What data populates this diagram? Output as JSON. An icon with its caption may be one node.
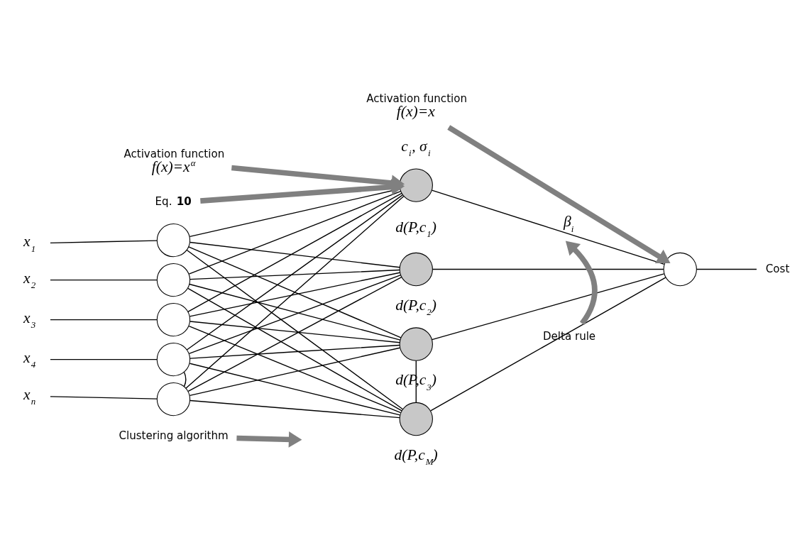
{
  "diagram": {
    "nodes": [
      {
        "text": [
          "x$_{1}$"
        ]
      },
      {
        "text": [
          "x$_{2}$"
        ]
      },
      {
        "text": [
          "x$_{3}$"
        ]
      },
      {
        "text": [
          "x$_{4}$"
        ]
      },
      {
        "text": [
          "x$_{n}$"
        ]
      },
      {
        "text": [],
        "shape": "circle"
      },
      {
        "text": [],
        "shape": "circle"
      },
      {
        "text": [],
        "shape": "circle"
      },
      {
        "text": [],
        "shape": "circle"
      },
      {
        "text": [],
        "shape": "circle"
      },
      {
        "text": [],
        "shape": "circle",
        "beside": [
          "c$_{i}$, σ$_{i}$",
          "d(P,c$_{1}$)"
        ]
      },
      {
        "text": [],
        "shape": "circle",
        "beside": [
          "d(P,c$_{2}$)"
        ]
      },
      {
        "text": [],
        "shape": "circle",
        "beside": [
          "d(P,c$_{3}$)"
        ]
      },
      {
        "text": [],
        "shape": "circle",
        "beside": [
          "d(P,c$_{M}$)"
        ]
      },
      {
        "text": [],
        "shape": "circle"
      },
      {
        "text": [
          "Cost"
        ]
      },
      {
        "text": [
          "Activation function",
          "f(x)=x$^{α}$"
        ]
      },
      {
        "text": [
          "Eq. **10**"
        ]
      },
      {
        "text": [
          "Activation function",
          "f(x)=x"
        ]
      },
      {
        "text": [
          "Delta rule"
        ]
      },
      {
        "text": [
          "Clustering algorithm"
        ]
      }
    ],
    "edges": [
      {
        "from": 0,
        "to": 5,
        "arrow": "none"
      },
      {
        "from": 1,
        "to": 6,
        "arrow": "none"
      },
      {
        "from": 2,
        "to": 7,
        "arrow": "none"
      },
      {
        "from": 3,
        "to": 8,
        "arrow": "none"
      },
      {
        "from": 4,
        "to": 9,
        "arrow": "none"
      },
      {
        "from": 8,
        "to": 9,
        "arrow": "none"
      },
      {
        "from": 5,
        "to": 10,
        "arrow": "none"
      },
      {
        "from": 5,
        "to": 11,
        "arrow": "none"
      },
      {
        "from": 5,
        "to": 12,
        "arrow": "none"
      },
      {
        "from": 5,
        "to": 13,
        "arrow": "none"
      },
      {
        "from": 6,
        "to": 10,
        "arrow": "none"
      },
      {
        "from": 6,
        "to": 11,
        "arrow": "none"
      },
      {
        "from": 6,
        "to": 12,
        "arrow": "none"
      },
      {
        "from": 6,
        "to": 13,
        "arrow": "none"
      },
      {
        "from": 7,
        "to": 10,
        "arrow": "none"
      },
      {
        "from": 7,
        "to": 11,
        "arrow": "none"
      },
      {
        "from": 7,
        "to": 12,
        "arrow": "none"
      },
      {
        "from": 7,
        "to": 13,
        "arrow": "none"
      },
      {
        "from": 8,
        "to": 10,
        "arrow": "none"
      },
      {
        "from": 8,
        "to": 11,
        "arrow": "none"
      },
      {
        "from": 8,
        "to": 12,
        "arrow": "none"
      },
      {
        "from": 8,
        "to": 13,
        "arrow": "none"
      },
      {
        "from": 9,
        "to": 10,
        "arrow": "none"
      },
      {
        "from": 9,
        "to": 11,
        "arrow": "none"
      },
      {
        "from": 9,
        "to": 12,
        "arrow": "none"
      },
      {
        "from": 9,
        "to": 13,
        "arrow": "none"
      },
      {
        "from": 12,
        "to": 13,
        "arrow": "none"
      },
      {
        "from": 10,
        "to": 14,
        "arrow": "none"
      },
      {
        "from": 11,
        "to": 14,
        "arrow": "none"
      },
      {
        "from": 12,
        "to": 14,
        "arrow": "none"
      },
      {
        "from": 13,
        "to": 14,
        "arrow": "none"
      },
      {
        "from": 14,
        "to": 15,
        "arrow": "none"
      },
      {
        "from": 16,
        "to": 10,
        "arrow": "to",
        "style": "thick",
        "color": "#808080"
      },
      {
        "from": 17,
        "to": 10,
        "arrow": "to",
        "style": "thick",
        "color": "#808080"
      },
      {
        "from": 18,
        "to": 14,
        "arrow": "to",
        "style": "thick",
        "color": "#808080"
      },
      {
        "from": 19,
        "to": null,
        "arrow": "to",
        "style": "thick",
        "color": "#808080"
      },
      {
        "from": 20,
        "to": null,
        "arrow": "to",
        "style": "thick",
        "color": "#808080"
      }
    ],
    "labels": [
      "β$_{i}$"
    ]
  }
}
